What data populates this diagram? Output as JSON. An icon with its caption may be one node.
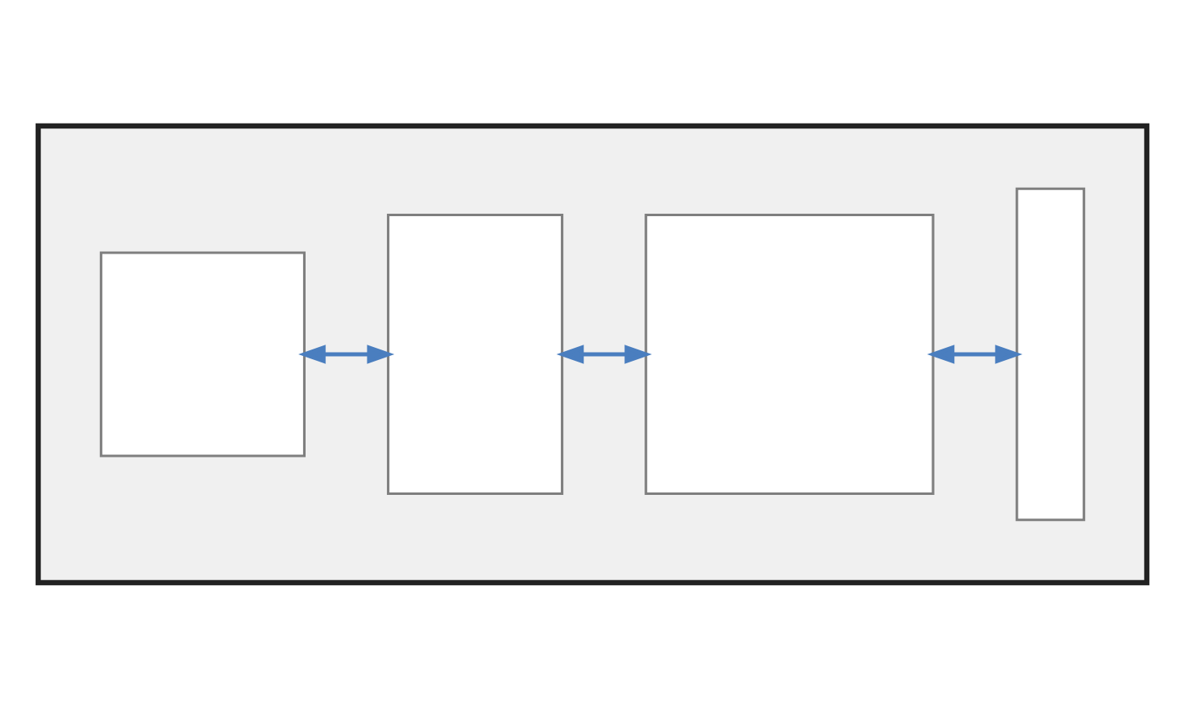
{
  "diagram": {
    "nodes": [
      {
        "text": [],
        "shape": "box"
      },
      {
        "text": [],
        "shape": "box",
        "in": 0
      },
      {
        "text": [],
        "shape": "box",
        "in": 0
      },
      {
        "text": [],
        "shape": "box",
        "in": 0
      },
      {
        "text": [],
        "shape": "box",
        "in": 0
      }
    ],
    "edges": [
      {
        "from": 1,
        "to": 2,
        "arrow": "both"
      },
      {
        "from": 2,
        "to": 3,
        "arrow": "both"
      },
      {
        "from": 3,
        "to": 4,
        "arrow": "both"
      }
    ]
  }
}
